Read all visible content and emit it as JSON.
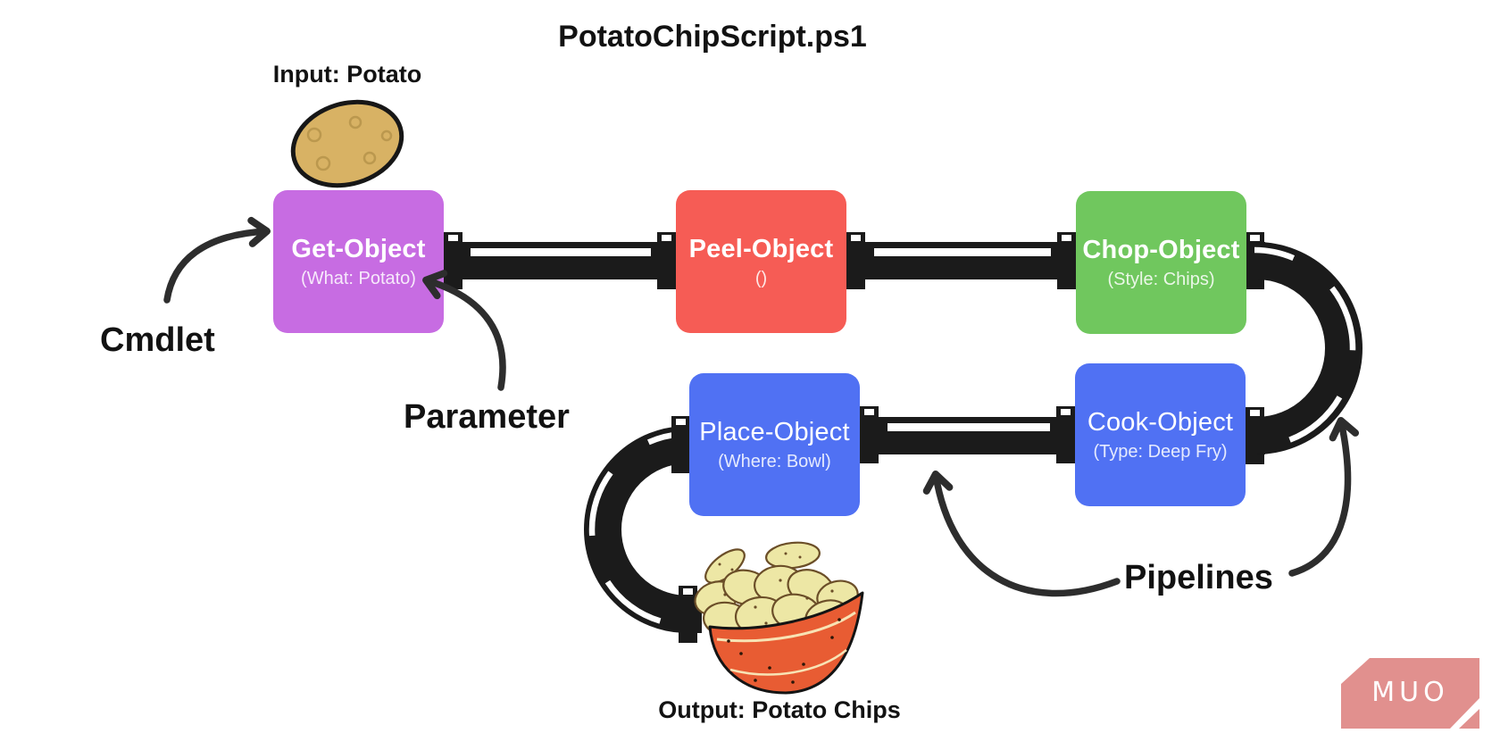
{
  "title": "PotatoChipScript.ps1",
  "labels": {
    "input": "Input: Potato",
    "cmdlet": "Cmdlet",
    "parameter": "Parameter",
    "pipelines": "Pipelines",
    "output": "Output: Potato Chips"
  },
  "boxes": [
    {
      "name": "get-object",
      "title": "Get-Object",
      "subtitle": "(What: Potato)",
      "color": "#c76ce2",
      "bold": true
    },
    {
      "name": "peel-object",
      "title": "Peel-Object",
      "subtitle": "()",
      "color": "#f65c55",
      "bold": true
    },
    {
      "name": "chop-object",
      "title": "Chop-Object",
      "subtitle": "(Style: Chips)",
      "color": "#70c75e",
      "bold": true
    },
    {
      "name": "cook-object",
      "title": "Cook-Object",
      "subtitle": "(Type: Deep Fry)",
      "color": "#5071f3",
      "bold": false
    },
    {
      "name": "place-object",
      "title": "Place-Object",
      "subtitle": "(Where: Bowl)",
      "color": "#5071f3",
      "bold": false
    }
  ],
  "icons": {
    "potato": "potato-icon",
    "chips_bowl": "bowl-of-potato-chips-icon"
  },
  "logo": {
    "text": "MUO",
    "color": "#e1908e"
  },
  "colors": {
    "pipe": "#1b1b1b",
    "arrow": "#2d2d2d",
    "text": "#121212",
    "background": "#ffffff"
  }
}
